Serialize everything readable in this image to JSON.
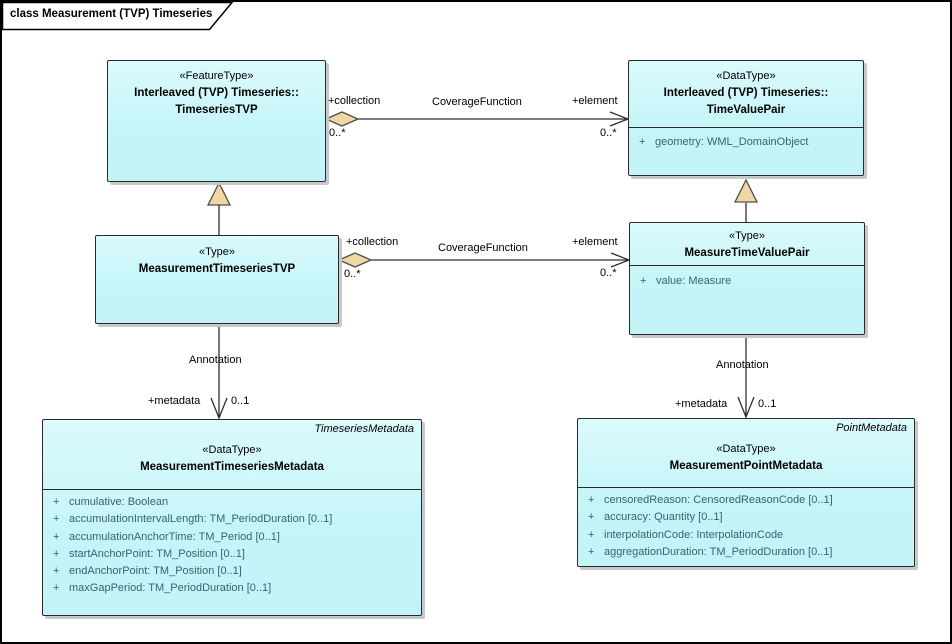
{
  "frame": {
    "title": "class Measurement (TVP) Timeseries"
  },
  "colors": {
    "class_fill": "#c9f6f9",
    "connector_accent": "#f0d8a6",
    "attribute_text": "#3a616e",
    "shadow": "#c8c8c8"
  },
  "classes": {
    "interleaved_timeseries_tvp": {
      "stereotype": "«FeatureType»",
      "qualified_name": "Interleaved (TVP) Timeseries::",
      "name": "TimeseriesTVP"
    },
    "interleaved_time_value_pair": {
      "stereotype": "«DataType»",
      "qualified_name": "Interleaved (TVP) Timeseries::",
      "name": "TimeValuePair",
      "attributes": [
        {
          "visibility": "+",
          "text": "geometry: WML_DomainObject"
        }
      ]
    },
    "measurement_timeseries_tvp": {
      "stereotype": "«Type»",
      "name": "MeasurementTimeseriesTVP"
    },
    "measure_time_value_pair": {
      "stereotype": "«Type»",
      "name": "MeasureTimeValuePair",
      "attributes": [
        {
          "visibility": "+",
          "text": "value: Measure"
        }
      ]
    },
    "measurement_timeseries_metadata": {
      "tag": "TimeseriesMetadata",
      "stereotype": "«DataType»",
      "name": "MeasurementTimeseriesMetadata",
      "attributes": [
        {
          "visibility": "+",
          "text": "cumulative: Boolean"
        },
        {
          "visibility": "+",
          "text": "accumulationIntervalLength: TM_PeriodDuration [0..1]"
        },
        {
          "visibility": "+",
          "text": "accumulationAnchorTime: TM_Period [0..1]"
        },
        {
          "visibility": "+",
          "text": "startAnchorPoint: TM_Position [0..1]"
        },
        {
          "visibility": "+",
          "text": "endAnchorPoint: TM_Position [0..1]"
        },
        {
          "visibility": "+",
          "text": "maxGapPeriod: TM_PeriodDuration [0..1]"
        }
      ]
    },
    "measurement_point_metadata": {
      "tag": "PointMetadata",
      "stereotype": "«DataType»",
      "name": "MeasurementPointMetadata",
      "attributes": [
        {
          "visibility": "+",
          "text": "censoredReason: CensoredReasonCode [0..1]"
        },
        {
          "visibility": "+",
          "text": "accuracy: Quantity [0..1]"
        },
        {
          "visibility": "+",
          "text": "interpolationCode: InterpolationCode"
        },
        {
          "visibility": "+",
          "text": "aggregationDuration: TM_PeriodDuration [0..1]"
        }
      ]
    }
  },
  "connectors": {
    "coverage_top": {
      "name": "CoverageFunction",
      "source_role": "+collection",
      "source_mult": "0..*",
      "target_role": "+element",
      "target_mult": "0..*"
    },
    "coverage_middle": {
      "name": "CoverageFunction",
      "source_role": "+collection",
      "source_mult": "0..*",
      "target_role": "+element",
      "target_mult": "0..*"
    },
    "annotation_left": {
      "name": "Annotation",
      "target_role": "+metadata",
      "target_mult": "0..1"
    },
    "annotation_right": {
      "name": "Annotation",
      "target_role": "+metadata",
      "target_mult": "0..1"
    }
  }
}
